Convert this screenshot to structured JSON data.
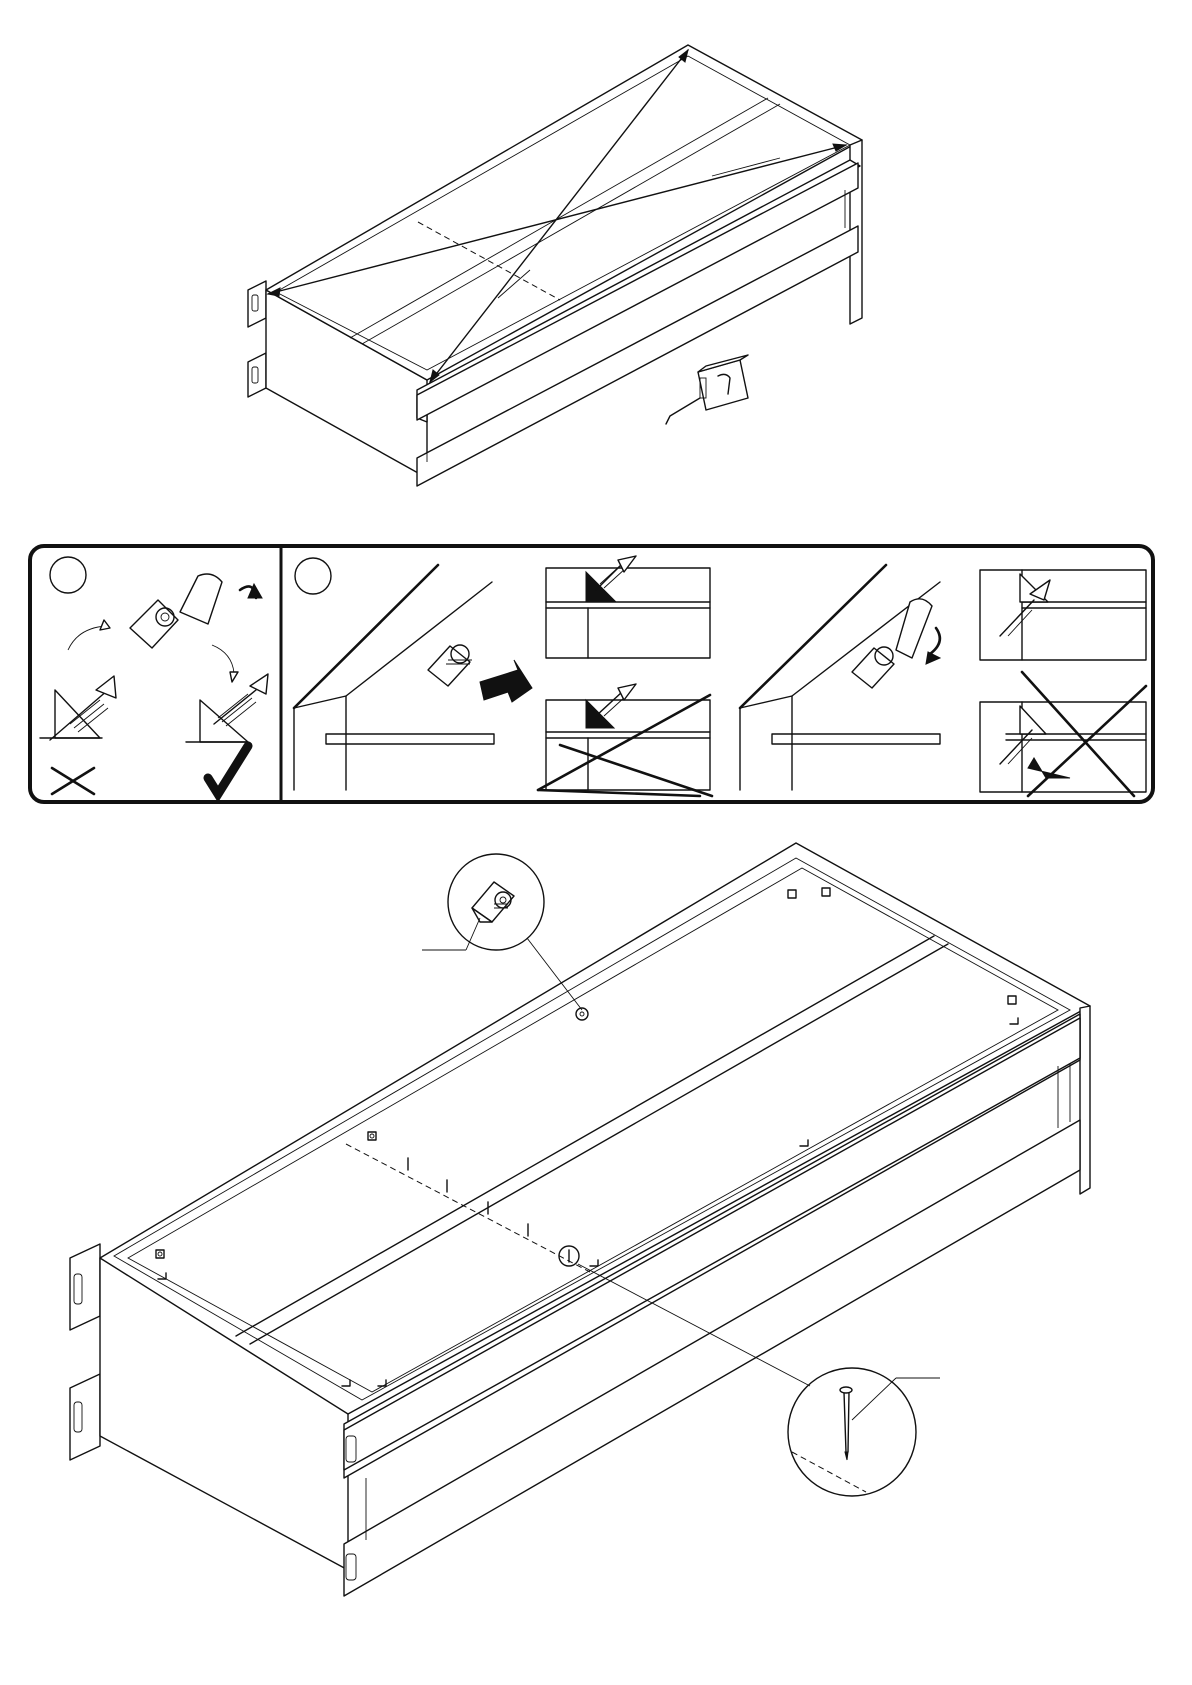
{
  "figure": {
    "type": "assembly-instruction",
    "steps": [
      {
        "name": "measure-diagonals",
        "tools": [
          "tape-measure-icon"
        ]
      },
      {
        "name": "fitting-rules",
        "panels": [
          "corner-block-screw-rule",
          "corner-block-placement"
        ]
      },
      {
        "name": "fix-back-panel",
        "callouts": [
          "corner-block-detail",
          "nail-detail"
        ]
      }
    ],
    "panel_marks": [
      "wrong-cross-icon",
      "correct-check-icon"
    ]
  }
}
